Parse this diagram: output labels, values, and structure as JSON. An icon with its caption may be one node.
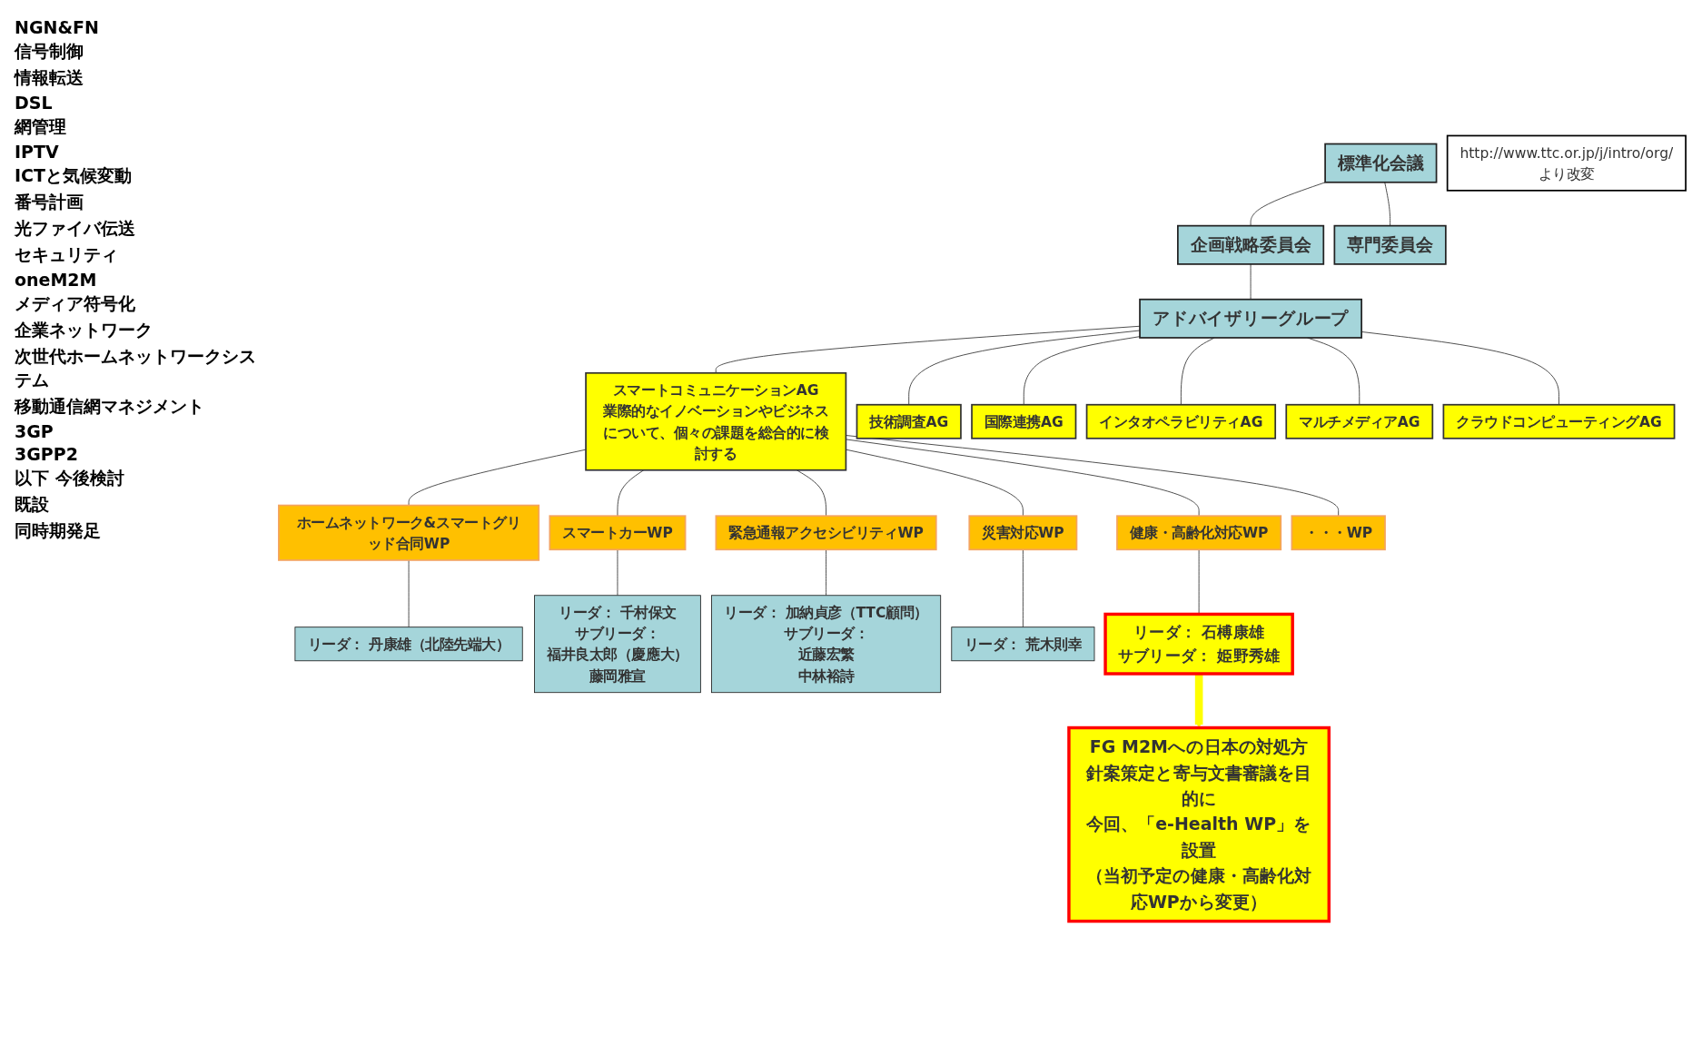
{
  "diagram": {
    "nodes": [
      {
        "text": [
          "標準化会議"
        ]
      },
      {
        "text": [
          "企画戦略委員会"
        ]
      },
      {
        "text": [
          "専門委員会"
        ]
      },
      {
        "text": [
          "アドバイザリーグループ"
        ]
      },
      {
        "text": [
          "スマートコミュニケーションAG",
          "業際的なイノベーションやビジネスについて、個々の課題を総合的に検討する"
        ]
      },
      {
        "text": [
          "ホームネットワーク&スマートグリッド合同WP"
        ]
      },
      {
        "text": [
          "スマートカーWP"
        ]
      },
      {
        "text": [
          "緊急通報アクセシビリティWP"
        ]
      },
      {
        "text": [
          "災害対応WP"
        ]
      },
      {
        "text": [
          "健康・高齢化対応WP"
        ]
      },
      {
        "text": [
          "・・・WP"
        ]
      },
      {
        "text": [
          "リーダ： 丹康雄（北陸先端大）"
        ]
      },
      {
        "text": [
          "リーダ： 千村保文",
          "サブリーダ：",
          "福井良太郎（慶應大）",
          "藤岡雅宣"
        ]
      },
      {
        "text": [
          "リーダ： 加納貞彦（TTC顧問）",
          "サブリーダ：",
          "近藤宏繁",
          "中林裕詩"
        ]
      },
      {
        "text": [
          "リーダ： 荒木則幸"
        ]
      },
      {
        "text": [
          "リーダ： 石榑康雄",
          "サブリーダ： 姫野秀雄"
        ]
      },
      {
        "text": [
          "FG M2Mへの日本の対処方針案策定と寄与文書審議を目的に",
          "今回、「e-Health WP」を設置",
          "（当初予定の健康・高齢化対応WPから変更）"
        ]
      },
      {
        "text": [
          "技術調査AG"
        ]
      },
      {
        "text": [
          "国際連携AG"
        ]
      },
      {
        "text": [
          "インタオペラビリティAG"
        ]
      },
      {
        "text": [
          "マルチメディアAG"
        ]
      },
      {
        "text": [
          "クラウドコンピューティングAG"
        ]
      },
      {
        "text": [
          "http://www.ttc.or.jp/j/intro/org/",
          "より改変"
        ]
      }
    ],
    "edges": [
      {
        "from": 0,
        "to": 1,
        "arrow": "none"
      },
      {
        "from": 0,
        "to": 2,
        "arrow": "none"
      },
      {
        "from": 1,
        "to": 3,
        "arrow": "none"
      },
      {
        "from": 3,
        "to": 4,
        "arrow": "none"
      },
      {
        "from": 4,
        "to": 5,
        "arrow": "none"
      },
      {
        "from": 4,
        "to": 6,
        "arrow": "none"
      },
      {
        "from": 4,
        "to": 7,
        "arrow": "none"
      },
      {
        "from": 4,
        "to": 8,
        "arrow": "none"
      },
      {
        "from": 4,
        "to": 9,
        "arrow": "none"
      },
      {
        "from": 4,
        "to": 10,
        "arrow": "none"
      },
      {
        "from": 5,
        "to": 11,
        "arrow": "none"
      },
      {
        "from": 6,
        "to": 12,
        "arrow": "none"
      },
      {
        "from": 7,
        "to": 13,
        "arrow": "none"
      },
      {
        "from": 8,
        "to": 14,
        "arrow": "none"
      },
      {
        "from": 9,
        "to": 15,
        "arrow": "none"
      },
      {
        "from": 15,
        "to": 16,
        "arrow": "to",
        "style": "thick",
        "color": "#ffff00"
      },
      {
        "from": 3,
        "to": 17,
        "arrow": "none"
      },
      {
        "from": 3,
        "to": 18,
        "arrow": "none"
      },
      {
        "from": 3,
        "to": 19,
        "arrow": "none"
      },
      {
        "from": 3,
        "to": 20,
        "arrow": "none"
      },
      {
        "from": 3,
        "to": 21,
        "arrow": "none"
      }
    ],
    "labels": [
      "NGN&FN",
      "信号制御",
      "情報転送",
      "DSL",
      "網管理",
      "IPTV",
      "ICTと気候変動",
      "番号計画",
      "光ファイバ伝送",
      "セキュリティ",
      "oneM2M",
      "メディア符号化",
      "企業ネットワーク",
      "次世代ホームネットワークシステム",
      "移動通信網マネジメント",
      "3GP",
      "3GPP2",
      "以下 今後検討",
      "既設",
      "同時期発足"
    ]
  }
}
